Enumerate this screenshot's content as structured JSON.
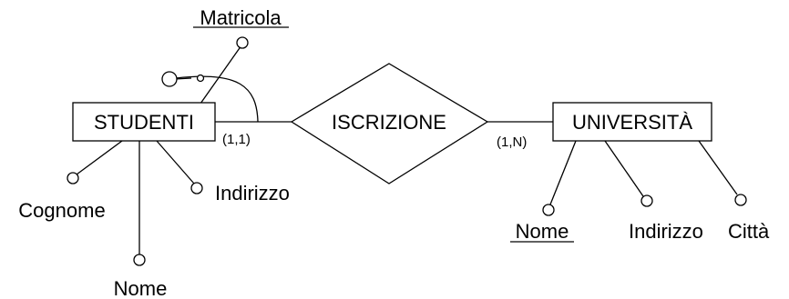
{
  "entities": {
    "studenti": "STUDENTI",
    "universita": "UNIVERSITÀ"
  },
  "relationship": {
    "iscrizione": "ISCRIZIONE"
  },
  "cardinalities": {
    "studenti_iscrizione": "(1,1)",
    "universita_iscrizione": "(1,N)"
  },
  "studenti_attributes": {
    "matricola": "Matricola",
    "cognome": "Cognome",
    "nome": "Nome",
    "indirizzo": "Indirizzo"
  },
  "universita_attributes": {
    "nome": "Nome",
    "indirizzo": "Indirizzo",
    "citta": "Città"
  }
}
